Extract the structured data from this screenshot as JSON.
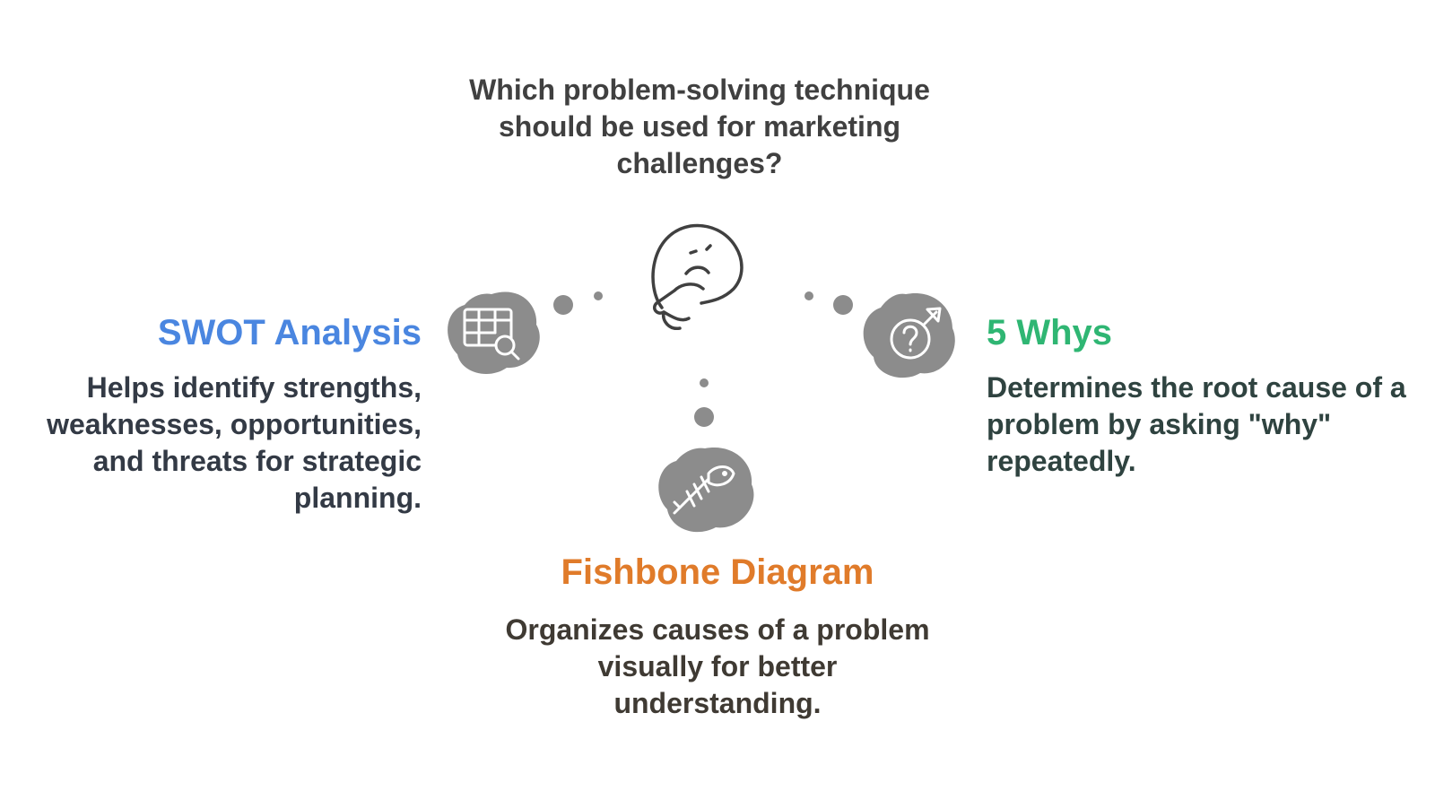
{
  "question": "Which problem-solving technique should be used for marketing challenges?",
  "options": [
    {
      "title": "SWOT Analysis",
      "description": "Helps identify strengths, weaknesses, opportunities, and threats for strategic planning.",
      "color": "#4a86e0",
      "icon": "swot-table-search-icon"
    },
    {
      "title": "5 Whys",
      "description": "Determines the root cause of a problem by asking \"why\" repeatedly.",
      "color": "#2fb673",
      "icon": "question-target-icon"
    },
    {
      "title": "Fishbone Diagram",
      "description": "Organizes causes of a problem visually for better understanding.",
      "color": "#e07b2a",
      "icon": "fishbone-icon"
    }
  ],
  "center_icon": "thinking-face-icon",
  "blob_color": "#8c8c8c"
}
